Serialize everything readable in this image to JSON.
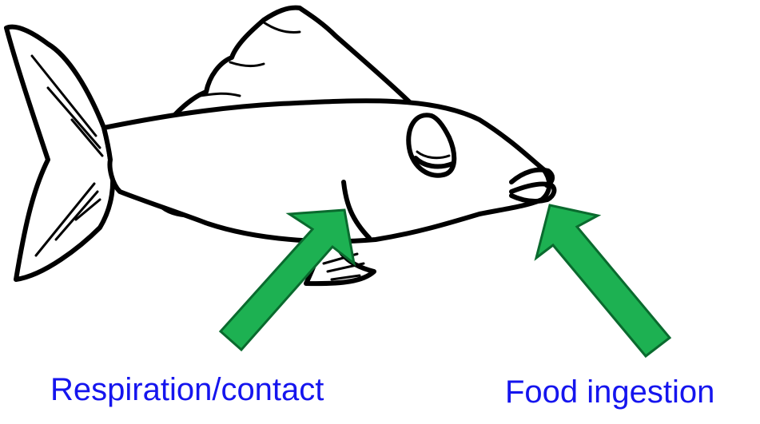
{
  "labels": {
    "respiration": "Respiration/contact",
    "food": "Food ingestion"
  },
  "colors": {
    "label_text": "#1515ee",
    "arrow_fill": "#1db152",
    "arrow_stroke": "#0a6a2e",
    "outline": "#000000",
    "background": "#ffffff"
  },
  "icons": {
    "fish": "fish-illustration",
    "arrow": "arrow-up-icon"
  }
}
